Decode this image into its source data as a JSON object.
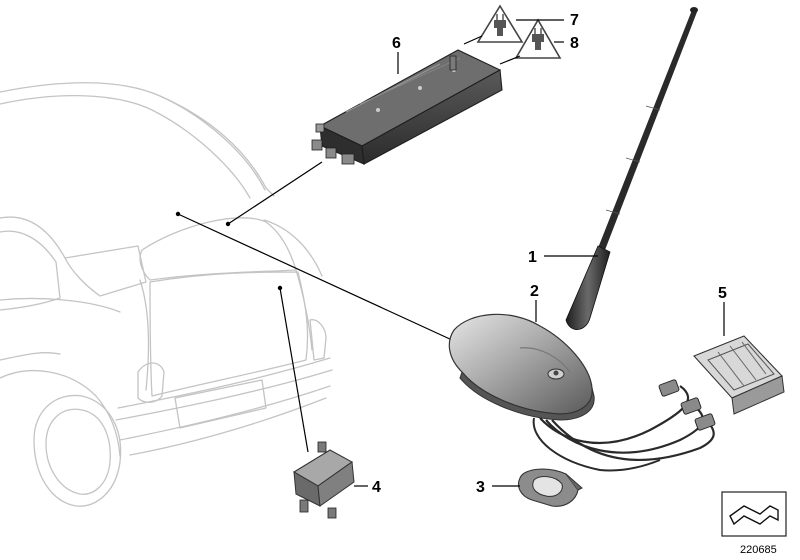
{
  "callouts": [
    {
      "id": "1",
      "text": "1"
    },
    {
      "id": "2",
      "text": "2"
    },
    {
      "id": "3",
      "text": "3"
    },
    {
      "id": "4",
      "text": "4"
    },
    {
      "id": "5",
      "text": "5"
    },
    {
      "id": "6",
      "text": "6"
    },
    {
      "id": "7",
      "text": "7"
    },
    {
      "id": "8",
      "text": "8"
    }
  ],
  "parts": {
    "p1": "rod-antenna",
    "p2": "roof-antenna-base",
    "p3": "mounting-clip",
    "p4": "antenna-amplifier",
    "p5": "plug-holder",
    "p6": "antenna-control-unit",
    "p7": "plug-warning-symbol",
    "p8": "plug-warning-symbol"
  },
  "reference_number": "220685",
  "icons": {
    "warning": "plug-warning-triangle-icon",
    "orientation": "orientation-arrow-icon"
  },
  "colors": {
    "car_outline": "#c4c4c4",
    "part_dark": "#3a3a3a",
    "part_light": "#a8a8a8",
    "lines": "#000000"
  }
}
